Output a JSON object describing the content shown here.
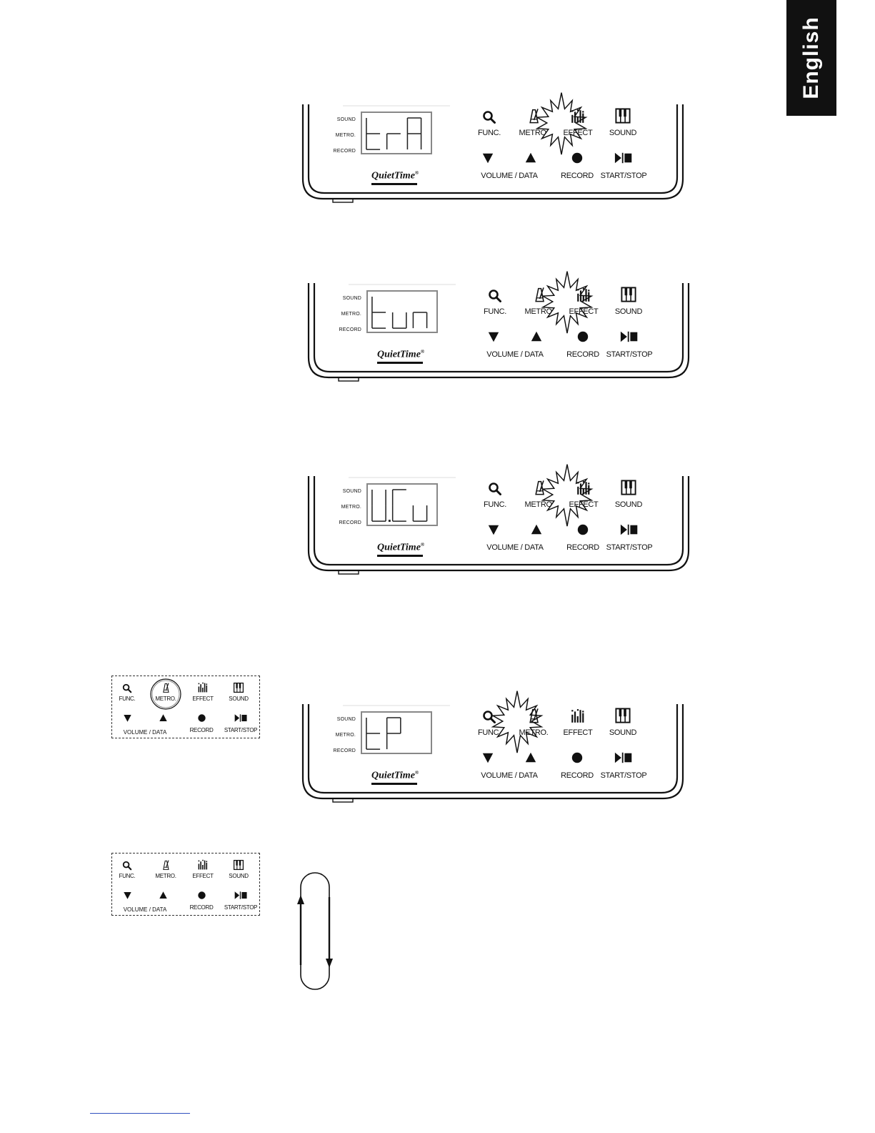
{
  "language_tab": "English",
  "panel": {
    "indicators": [
      "SOUND",
      "METRO.",
      "RECORD"
    ],
    "brand": "QuietTime",
    "brand_mark": "®",
    "buttons": {
      "func": "FUNC.",
      "metro": "METRO.",
      "effect": "EFFECT",
      "sound": "SOUND",
      "volume_data": "VOLUME / DATA",
      "record": "RECORD",
      "start_stop": "START/STOP"
    }
  },
  "panels": [
    {
      "display": "trA",
      "highlight": "effect"
    },
    {
      "display": "tun",
      "highlight": "effect"
    },
    {
      "display": "U.Cu",
      "highlight": "effect"
    },
    {
      "display": "tP",
      "highlight": "metro"
    }
  ],
  "mini_panels": [
    {
      "highlight": "metro-circled"
    },
    {
      "highlight": "none"
    }
  ]
}
